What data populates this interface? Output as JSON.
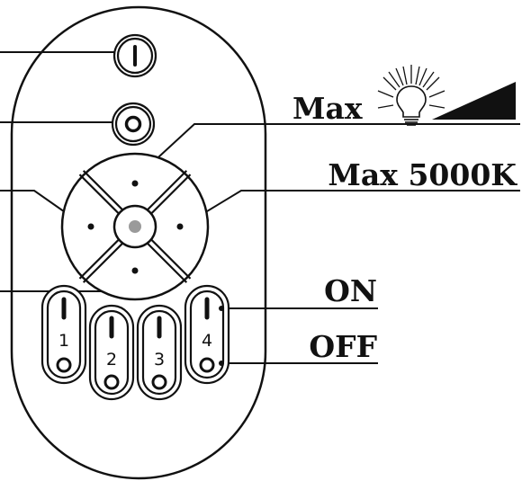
{
  "labels": {
    "max": "Max",
    "max_5000k": "Max 5000K",
    "on": "ON",
    "off": "OFF"
  },
  "zones": [
    {
      "number": "1"
    },
    {
      "number": "2"
    },
    {
      "number": "3"
    },
    {
      "number": "4"
    }
  ],
  "icons": {
    "power_on": "power-on-icon",
    "power_off": "power-off-icon",
    "bulb": "lightbulb-icon",
    "ramp": "brightness-ramp-icon"
  },
  "colors": {
    "ink": "#111111",
    "center_button": "#9a9a9a",
    "background": "#ffffff"
  }
}
